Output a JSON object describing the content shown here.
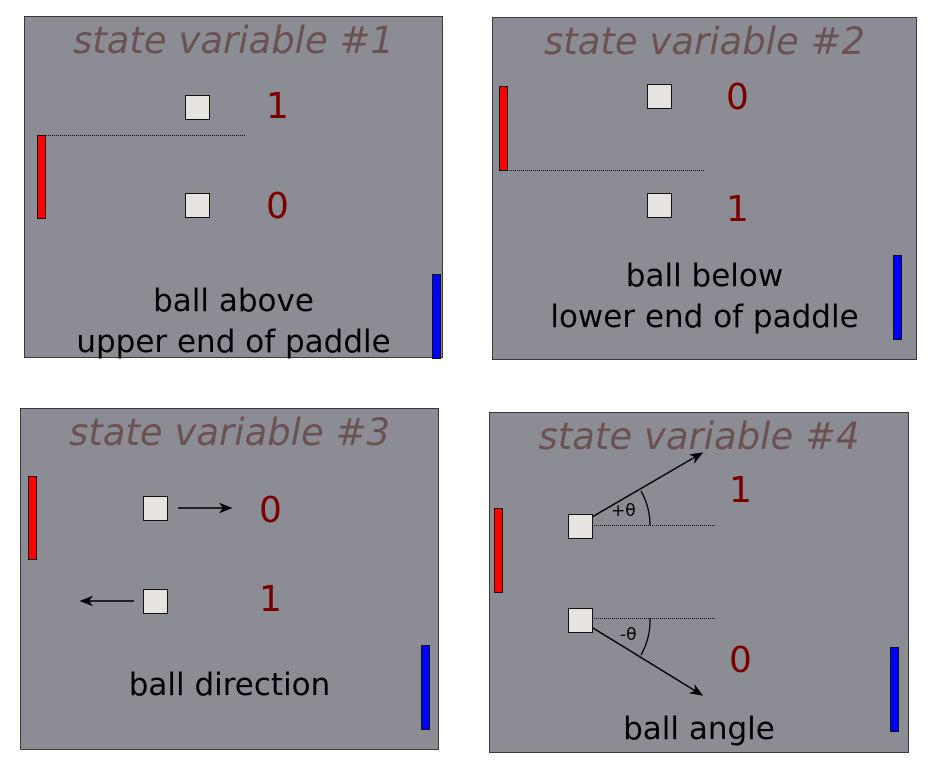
{
  "colors": {
    "panel_background": "#8c8c94",
    "title_color": "#6b5252",
    "value_color": "#7a0000",
    "left_paddle": "#ff0000",
    "right_paddle": "#0000ff",
    "ball": "#e6e3e0"
  },
  "panels": [
    {
      "title": "state variable #1",
      "caption": [
        "ball above",
        "upper end of paddle"
      ],
      "values": [
        "1",
        "0"
      ]
    },
    {
      "title": "state variable #2",
      "caption": [
        "ball below",
        "lower end of paddle"
      ],
      "values": [
        "0",
        "1"
      ]
    },
    {
      "title": "state variable #3",
      "caption": [
        "ball direction"
      ],
      "values": [
        "0",
        "1"
      ]
    },
    {
      "title": "state variable #4",
      "caption": [
        "ball angle"
      ],
      "values": [
        "1",
        "0"
      ],
      "angle_labels": [
        "+θ",
        "-θ"
      ]
    }
  ]
}
